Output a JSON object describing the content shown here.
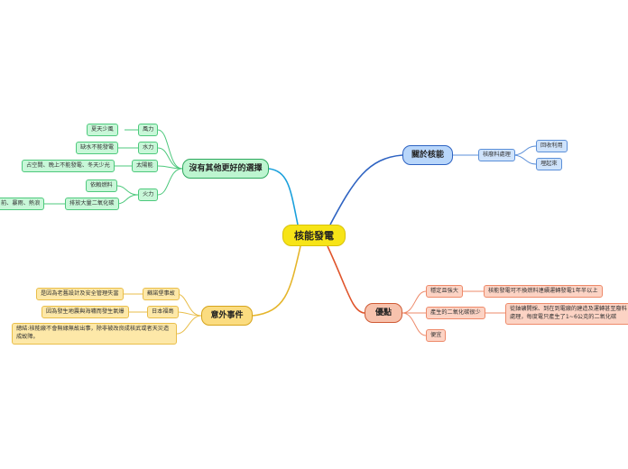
{
  "central": "核能發電",
  "about": {
    "title": "關於核能",
    "waste": "核廢料處理",
    "waste_items": [
      "回收利用",
      "埋起來"
    ]
  },
  "alternatives": {
    "title": "沒有其他更好的選擇",
    "wind": {
      "label": "風力",
      "note": "夏天少風"
    },
    "hydro": {
      "label": "水力",
      "note": "缺水不能發電"
    },
    "solar": {
      "label": "太陽能",
      "note": "占空間、晚上不能發電、冬天少光"
    },
    "thermal": {
      "label": "火力",
      "dependency": "依賴燃料",
      "emission": "排放大量二氧化碳",
      "effects": "前、暴雨、熱浪"
    }
  },
  "accidents": {
    "title": "意外事件",
    "chernobyl": {
      "label": "蘇諾堡事故",
      "note": "是因為老舊設計及安全管理失當"
    },
    "fukushima": {
      "label": "日本福島",
      "note": "因為發生地震與海嘯而發生氣爆"
    },
    "summary": "總結:核能廠不會無緣無故出事，除非被改良成核武或者天災造成故障。"
  },
  "advantages": {
    "title": "優點",
    "stable": {
      "label": "穩定且強大",
      "note": "核能發電可不換燃料連續運轉發電1年半以上"
    },
    "low_co2": {
      "label": "產生的二氧化碳很少",
      "note": "從鈾礦開採、到在到電廠的建造及運轉甚至廢料處理，每度電只產生了1~6公克的二氧化碳"
    },
    "cheap": {
      "label": "便宜"
    }
  },
  "colors": {
    "central": "#f7e417",
    "about": "#2e63c2",
    "alternatives": "#2fa95f",
    "alternatives_link": "#1aa0dc",
    "accidents": "#e5b52a",
    "advantages": "#e0552c"
  }
}
